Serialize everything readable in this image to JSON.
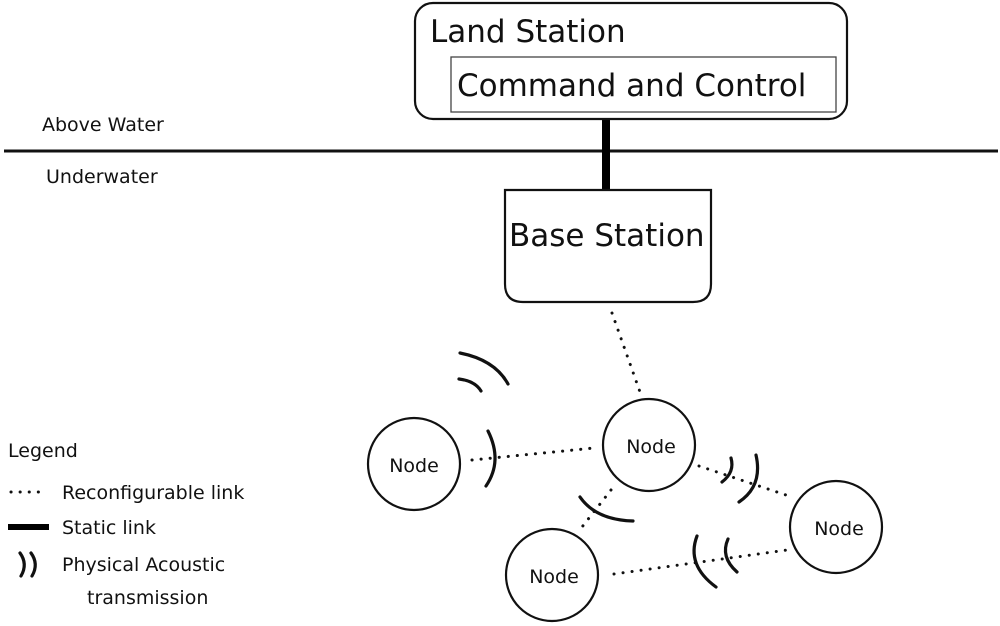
{
  "diagram": {
    "land_station": {
      "label": "Land Station",
      "inner_label": "Command and Control"
    },
    "regions": {
      "above": "Above Water",
      "below": "Underwater"
    },
    "base_station": {
      "label": "Base Station"
    },
    "nodes": [
      {
        "id": "node-1",
        "label": "Node"
      },
      {
        "id": "node-2",
        "label": "Node"
      },
      {
        "id": "node-3",
        "label": "Node"
      },
      {
        "id": "node-4",
        "label": "Node"
      }
    ],
    "links": [
      {
        "from": "land-station",
        "to": "base-station",
        "type": "static"
      },
      {
        "from": "base-station",
        "to": "node-2",
        "type": "reconfigurable"
      },
      {
        "from": "node-1",
        "to": "node-2",
        "type": "reconfigurable"
      },
      {
        "from": "node-2",
        "to": "node-3",
        "type": "reconfigurable"
      },
      {
        "from": "node-2",
        "to": "node-4",
        "type": "reconfigurable"
      },
      {
        "from": "node-3",
        "to": "node-4",
        "type": "reconfigurable"
      }
    ],
    "legend": {
      "title": "Legend",
      "items": [
        {
          "symbol": "dotted-line",
          "label": "Reconfigurable link"
        },
        {
          "symbol": "solid-line",
          "label": "Static link"
        },
        {
          "symbol": "acoustic-arcs",
          "label": "Physical Acoustic",
          "label2": "transmission"
        }
      ]
    }
  }
}
